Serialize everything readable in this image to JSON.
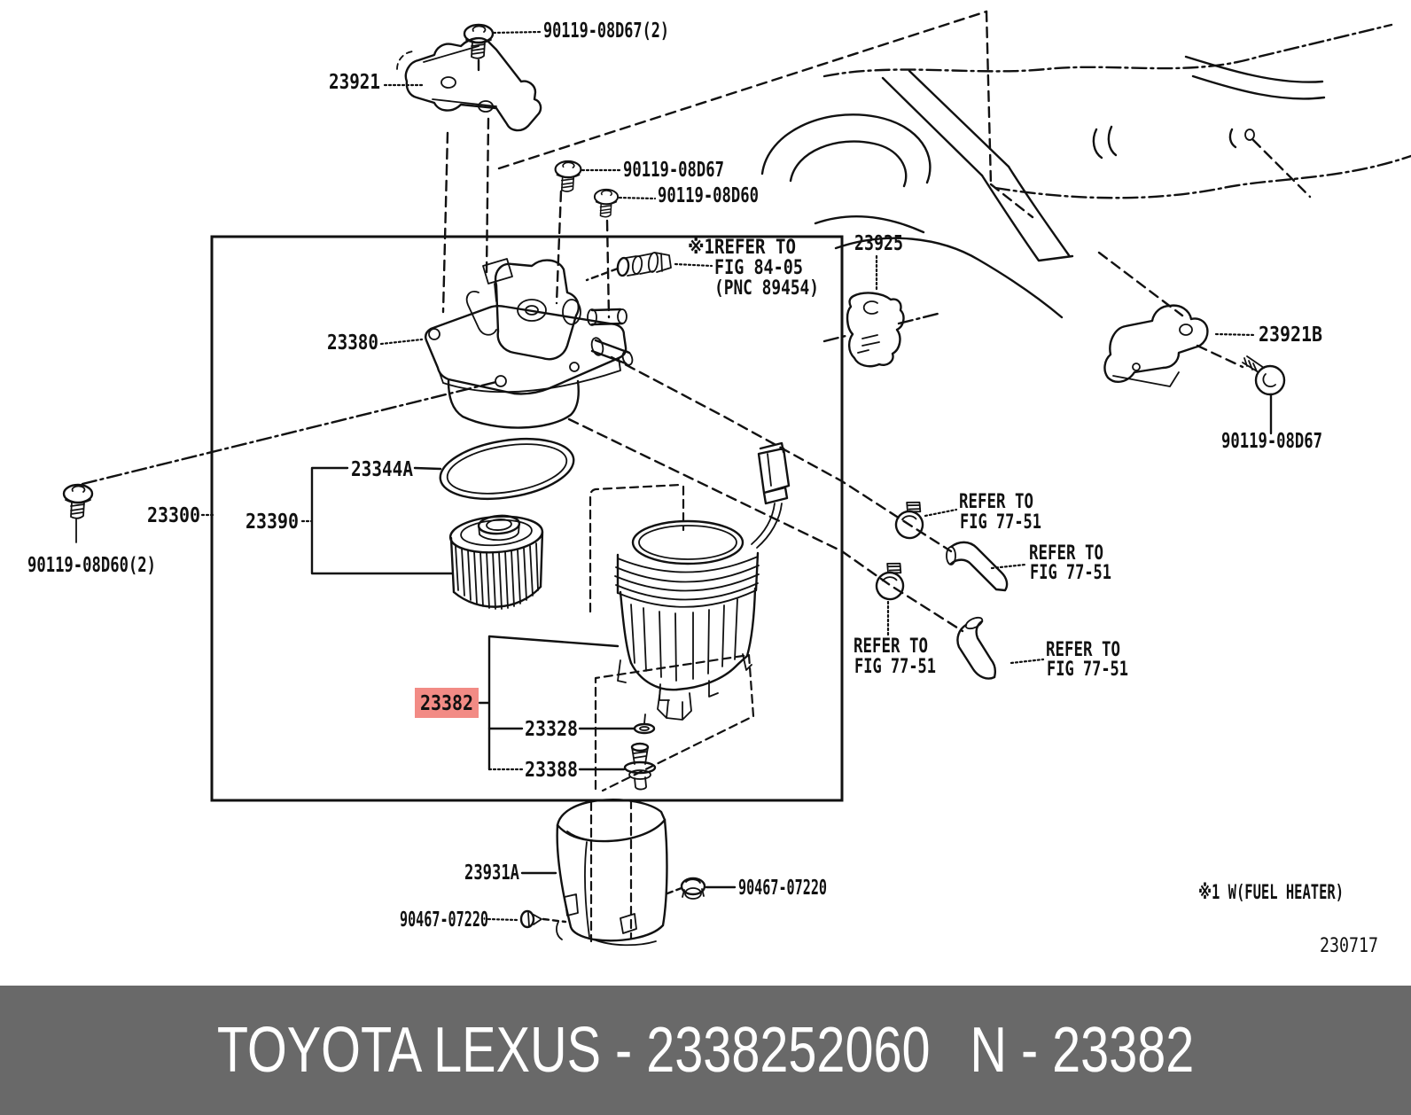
{
  "colors": {
    "highlight_bg": "#f28b85",
    "highlight_text": "#7c1215",
    "banner_bg": "#696969",
    "banner_text": "#ffffff",
    "line": "#111111"
  },
  "labels": {
    "screw_top": "90119-08D67(2)",
    "bracket_top": "23921",
    "screw_a": "90119-08D67",
    "screw_b": "90119-08D60",
    "assembly": "23300",
    "head": "23380",
    "oring": "23344A",
    "element": "23390",
    "screw_left": "90119-08D60(2)",
    "bracket_right_small": "23925",
    "bracket_right": "23921B",
    "screw_right": "90119-08D67",
    "cap_highlight": "23382",
    "gasket": "23328",
    "drain_plug": "23388",
    "cover": "23931A",
    "clip": "90467-07220",
    "note_sensor_1": "※1REFER TO",
    "note_sensor_2": "FIG 84-05",
    "note_sensor_3": "(PNC 89454)",
    "refer_to": "REFER TO",
    "fig_77_51": "FIG 77-51",
    "note_fuel_heater": "※1 W(FUEL HEATER)",
    "doc_code": "230717"
  },
  "banner": {
    "brand_text": "TOYOTA LEXUS - 2338252060",
    "part_ref": "N - 23382"
  }
}
